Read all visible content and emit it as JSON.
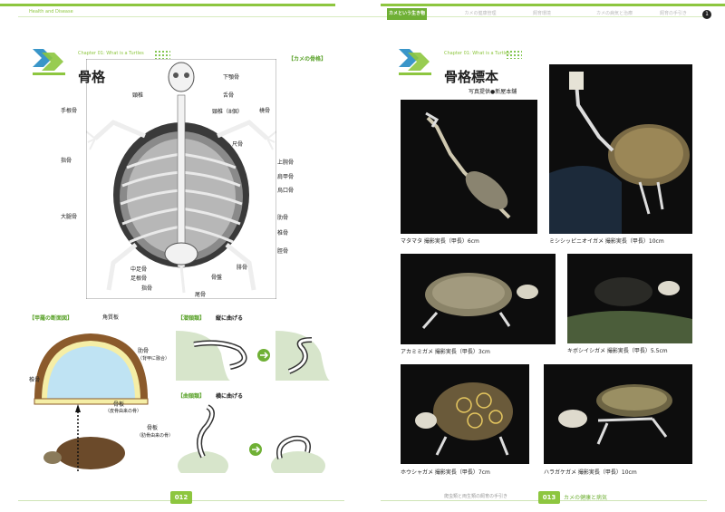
{
  "header": {
    "left_tag": "Health and Disease",
    "tabs": [
      "カメという生き物",
      "カメの健康管理",
      "飼育環境",
      "カメの病気と治療",
      "飼育の手引き"
    ],
    "right_number": "1"
  },
  "left": {
    "chapter": "Chapter 01: What is a Turtles",
    "title": "骨格",
    "tag": "【カメの骨格】",
    "labels": {
      "kagakukotsu": "下顎骨",
      "keitsui": "頸椎",
      "zetsukotsu": "舌骨",
      "keitsui_count": "頸椎（8個）",
      "shukonkotsu": "手根骨",
      "toukotsu": "橈骨",
      "shakotsu": "尺骨",
      "shikotsu": "指骨",
      "jouwankotsu": "上腕骨",
      "kenkoukotsu": "肩甲骨",
      "ukoukotsu": "烏口骨",
      "rokkotsu": "肋骨",
      "daitaikotsu": "大腿骨",
      "tsuikotsu": "椎骨",
      "keikotsu": "脛骨",
      "hikotsu": "腓骨",
      "chuusokotsu": "中足骨",
      "sokonkotsu": "足根骨",
      "shikotsu2": "指骨",
      "bikotsu": "尾骨",
      "kotsuban": "骨盤"
    },
    "section_tag": "【甲羅の断面図】",
    "cross": {
      "kakuban": "角質板",
      "rokkotsu": "肋骨",
      "rokkotsu_note": "（背甲に融合）",
      "tsuikotsu": "椎骨",
      "kotsuban1": "骨板",
      "kotsuban1_note": "（皮骨由来の骨）",
      "kotsuban2": "骨板",
      "kotsuban2_note": "（肋骨由来の骨）"
    },
    "neck1_tag": "【潜頸類】",
    "neck1_desc": "縦に曲げる",
    "neck2_tag": "【曲頸類】",
    "neck2_desc": "横に曲げる",
    "page_number": "012"
  },
  "right": {
    "chapter": "Chapter 01: What is a Turtles",
    "title": "骨格標本",
    "credit": "写真提供●新屋本舗",
    "captions": [
      "マタマタ 撮影実長（甲長）6cm",
      "ミシシッピニオイガメ 撮影実長（甲長）10cm",
      "アカミミガメ 撮影実長（甲長）3cm",
      "キボシイシガメ 撮影実長（甲長）5.5cm",
      "ホウシャガメ 撮影実長（甲長）7cm",
      "ハラガケガメ 撮影実長（甲長）10cm"
    ],
    "footer_note": "爬虫類と両生類の飼育の手引き",
    "page_number": "013",
    "footer_title": "カメの健康と病気"
  },
  "colors": {
    "accent": "#8dc63f",
    "accent_dark": "#5aa22a",
    "photo_bg": "#0d0d0d"
  }
}
